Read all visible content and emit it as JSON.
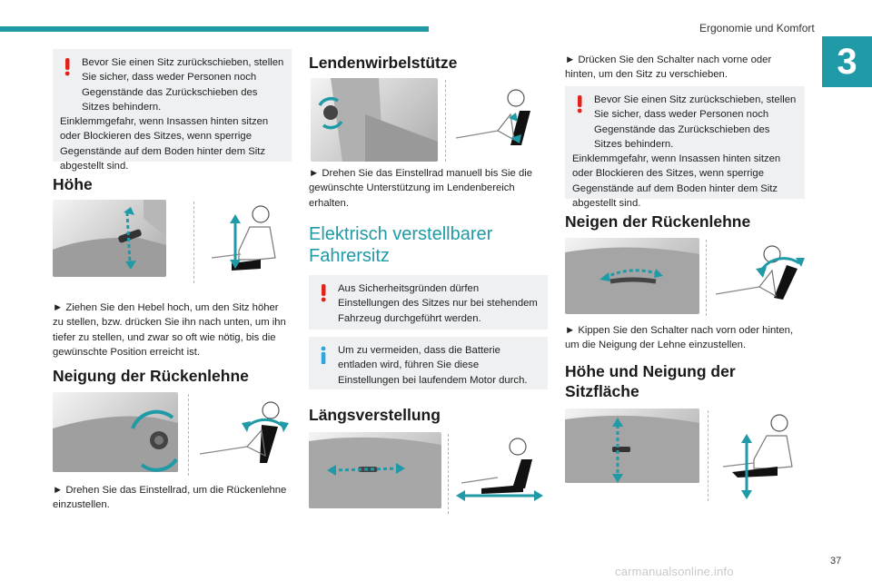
{
  "header": {
    "title": "Ergonomie und Komfort",
    "chapter": "3",
    "page": "37"
  },
  "watermark": "carmanualsonline.info",
  "col1": {
    "warning": {
      "first": "Bevor Sie einen Sitz zurückschieben, stellen Sie sicher, dass weder Personen noch Gegenstände das Zurückschieben des Sitzes behindern.",
      "second": "Einklemmgefahr, wenn Insassen hinten sitzen oder Blockieren des Sitzes, wenn sperrige Gegenstände auf dem Boden hinter dem Sitz abgestellt sind."
    },
    "hoehe": {
      "title": "Höhe",
      "text": "► Ziehen Sie den Hebel hoch, um den Sitz höher zu stellen, bzw. drücken Sie ihn nach unten, um ihn tiefer zu stellen, und zwar so oft wie nötig, bis die gewünschte Position erreicht ist."
    },
    "neigung": {
      "title": "Neigung der Rückenlehne",
      "text": "► Drehen Sie das Einstellrad, um die Rückenlehne einzustellen."
    }
  },
  "col2": {
    "lenden": {
      "title": "Lendenwirbelstütze",
      "text": "► Drehen Sie das Einstellrad manuell bis Sie die gewünschte Unterstützung im Lendenbereich erhalten."
    },
    "elektrisch": {
      "title": "Elektrisch verstellbarer Fahrersitz"
    },
    "warning": {
      "text": "Aus Sicherheitsgründen dürfen Einstellungen des Sitzes nur bei stehendem Fahrzeug durchgeführt werden."
    },
    "info": {
      "text": "Um zu vermeiden, dass die Batterie entladen wird, führen Sie diese Einstellungen bei laufendem Motor durch."
    },
    "laengs": {
      "title": "Längsverstellung"
    }
  },
  "col3": {
    "intro": "► Drücken Sie den Schalter nach vorne oder hinten, um den Sitz zu verschieben.",
    "warning": {
      "first": "Bevor Sie einen Sitz zurückschieben, stellen Sie sicher, dass weder Personen noch Gegenstände das Zurückschieben des Sitzes behindern.",
      "second": "Einklemmgefahr, wenn Insassen hinten sitzen oder Blockieren des Sitzes, wenn sperrige Gegenstände auf dem Boden hinter dem Sitz abgestellt sind."
    },
    "neigen": {
      "title": "Neigen der Rückenlehne",
      "text": "► Kippen Sie den Schalter nach vorn oder hinten, um die Neigung der Lehne einzustellen."
    },
    "sitzflaeche": {
      "title": "Höhe und Neigung der Sitzfläche"
    }
  },
  "colors": {
    "accent": "#1f9aa6",
    "warning": "#e2231a",
    "info": "#2aa7e0",
    "note_bg": "#eef0f2"
  },
  "icons": [
    "warning-exclamation-icon",
    "info-icon",
    "double-arrow-icon",
    "seat-person-pictogram"
  ]
}
